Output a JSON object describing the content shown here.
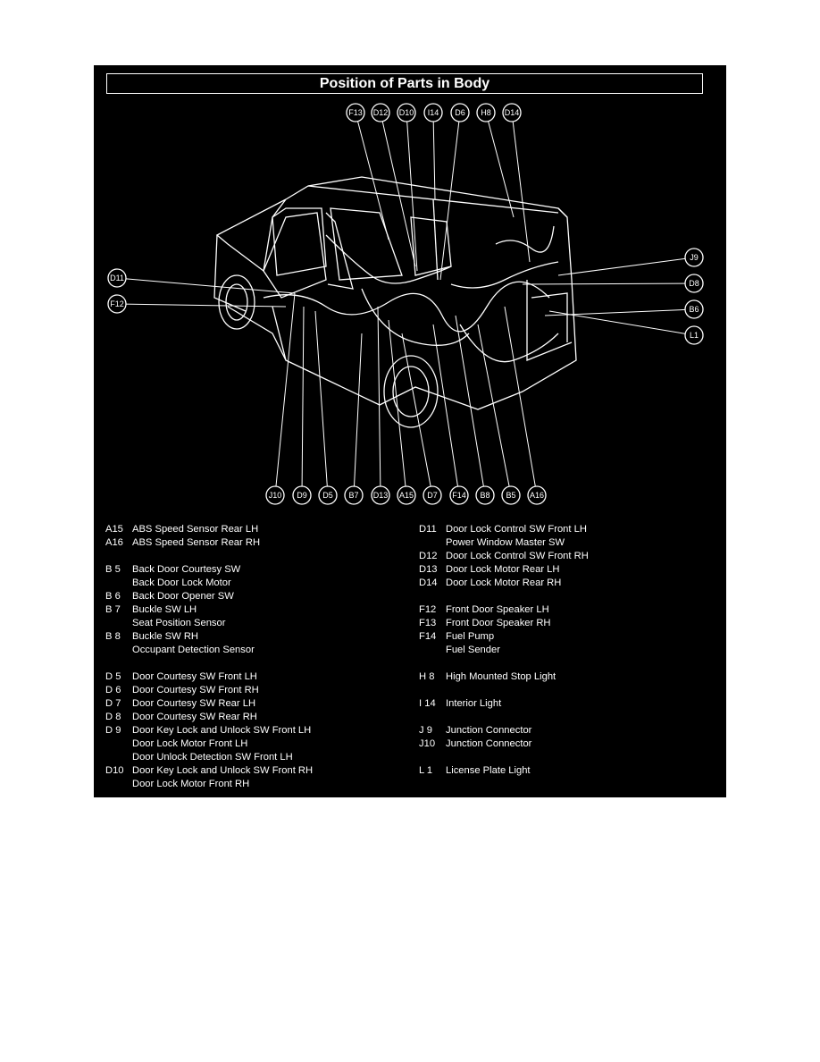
{
  "title": "Position of Parts in Body",
  "callouts_top": [
    "F13",
    "D12",
    "D10",
    "I14",
    "D6",
    "H8",
    "D14"
  ],
  "callouts_left": [
    "D11",
    "F12"
  ],
  "callouts_right": [
    "J9",
    "D8",
    "B6",
    "L1"
  ],
  "callouts_bottom": [
    "J10",
    "D9",
    "D5",
    "B7",
    "D13",
    "A15",
    "D7",
    "F14",
    "B8",
    "B5",
    "A16"
  ],
  "legend_left": [
    {
      "code": "A15",
      "name": "ABS Speed Sensor Rear LH"
    },
    {
      "code": "A16",
      "name": "ABS Speed Sensor Rear RH"
    },
    {
      "code": "",
      "name": ""
    },
    {
      "code": "B 5",
      "name": "Back Door Courtesy SW"
    },
    {
      "code": "",
      "name": "Back Door Lock Motor"
    },
    {
      "code": "B 6",
      "name": "Back Door Opener SW"
    },
    {
      "code": "B 7",
      "name": "Buckle SW LH"
    },
    {
      "code": "",
      "name": "Seat Position Sensor"
    },
    {
      "code": "B 8",
      "name": "Buckle SW RH"
    },
    {
      "code": "",
      "name": "Occupant Detection Sensor"
    },
    {
      "code": "",
      "name": ""
    },
    {
      "code": "D 5",
      "name": "Door Courtesy SW Front LH"
    },
    {
      "code": "D 6",
      "name": "Door Courtesy SW Front RH"
    },
    {
      "code": "D 7",
      "name": "Door Courtesy SW Rear LH"
    },
    {
      "code": "D 8",
      "name": "Door Courtesy SW Rear RH"
    },
    {
      "code": "D 9",
      "name": "Door Key Lock and Unlock SW Front LH"
    },
    {
      "code": "",
      "name": "Door Lock Motor Front LH"
    },
    {
      "code": "",
      "name": "Door Unlock Detection SW Front LH"
    },
    {
      "code": "D10",
      "name": "Door Key Lock and Unlock SW Front RH"
    },
    {
      "code": "",
      "name": "Door Lock Motor Front RH"
    }
  ],
  "legend_right": [
    {
      "code": "D11",
      "name": "Door Lock Control SW Front LH"
    },
    {
      "code": "",
      "name": "Power Window Master SW"
    },
    {
      "code": "D12",
      "name": "Door Lock Control SW Front RH"
    },
    {
      "code": "D13",
      "name": "Door Lock Motor Rear LH"
    },
    {
      "code": "D14",
      "name": "Door Lock Motor Rear RH"
    },
    {
      "code": "",
      "name": ""
    },
    {
      "code": "F12",
      "name": "Front Door Speaker LH"
    },
    {
      "code": "F13",
      "name": "Front Door Speaker RH"
    },
    {
      "code": "F14",
      "name": "Fuel Pump"
    },
    {
      "code": "",
      "name": "Fuel Sender"
    },
    {
      "code": "",
      "name": ""
    },
    {
      "code": "H 8",
      "name": "High Mounted Stop Light"
    },
    {
      "code": "",
      "name": ""
    },
    {
      "code": "I 14",
      "name": "Interior Light"
    },
    {
      "code": "",
      "name": ""
    },
    {
      "code": "J 9",
      "name": "Junction Connector"
    },
    {
      "code": "J10",
      "name": "Junction Connector"
    },
    {
      "code": "",
      "name": ""
    },
    {
      "code": "L 1",
      "name": "License Plate Light"
    }
  ]
}
